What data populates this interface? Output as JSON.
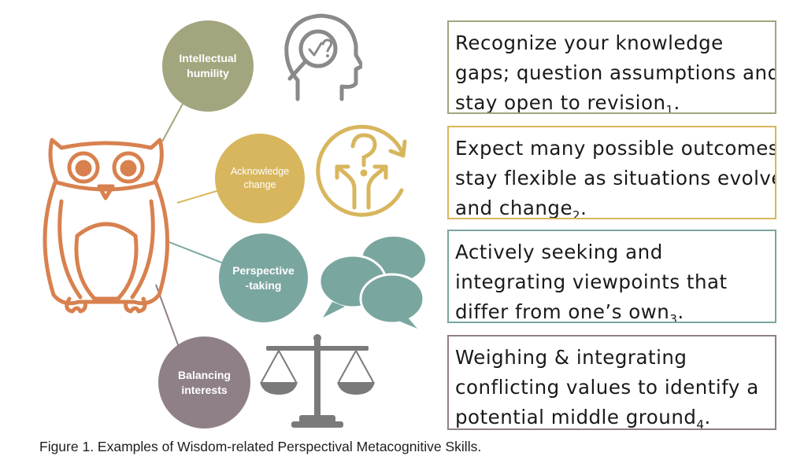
{
  "colors": {
    "owl": "#d8814f",
    "humility": "#a3a57e",
    "change": "#d8b65d",
    "perspective": "#7aa6a0",
    "balancing": "#8f8087",
    "icon_gray": "#8a8a8a"
  },
  "skills": [
    {
      "label": "Intellectual\nhumility",
      "icon": "head-with-question-magnifier-icon",
      "description_lines": [
        "Recognize your knowledge",
        "gaps; question assumptions and",
        "stay open to revision"
      ],
      "ref": "1",
      "end": "."
    },
    {
      "label": "Acknowledge\nchange",
      "icon": "branching-arrows-question-icon",
      "description_lines": [
        "Expect many possible outcomes;",
        "stay flexible as situations evolve",
        "and change"
      ],
      "ref": "2",
      "end": "."
    },
    {
      "label": "Perspective\n-taking",
      "icon": "speech-bubbles-icon",
      "description_lines": [
        "Actively seeking and",
        "integrating viewpoints that",
        "differ from one’s own"
      ],
      "ref": "3",
      "end": "."
    },
    {
      "label": "Balancing\ninterests",
      "icon": "balance-scale-icon",
      "description_lines": [
        "Weighing & integrating",
        "conflicting values to identify a",
        "potential middle ground"
      ],
      "ref": "4",
      "end": "."
    }
  ],
  "caption": "Figure 1. Examples of Wisdom-related Perspectival Metacognitive Skills."
}
